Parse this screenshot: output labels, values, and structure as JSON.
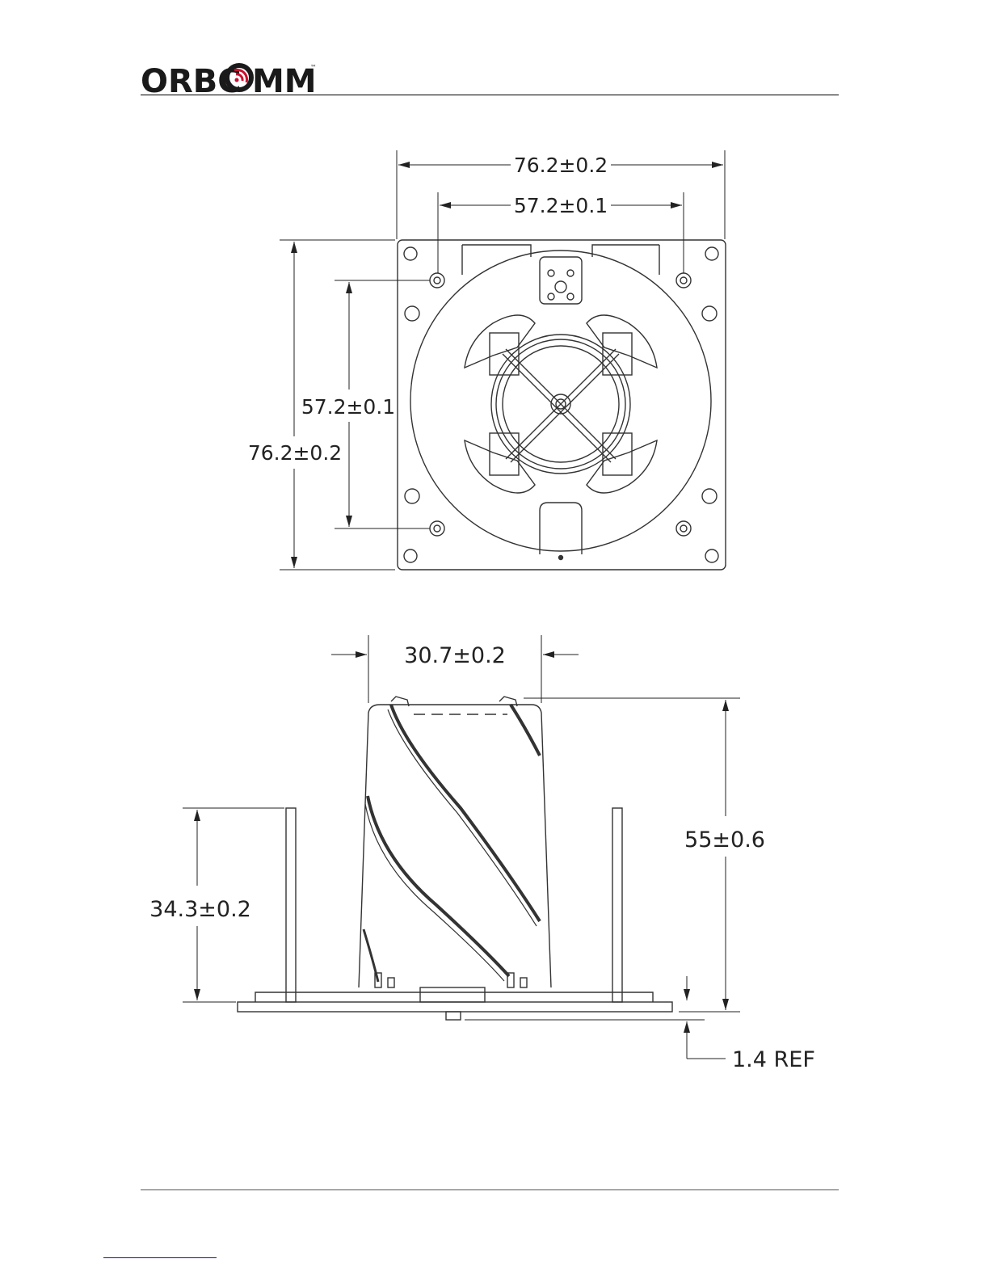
{
  "header": {
    "logo_text": "ORBCOMM",
    "trademark": "™",
    "logo_accent_color": "#c8102e"
  },
  "top_view": {
    "width_overall": "76.2±0.2",
    "width_holes": "57.2±0.1",
    "height_holes": "57.2±0.1",
    "height_overall": "76.2±0.2"
  },
  "side_view": {
    "cylinder_diameter": "30.7±0.2",
    "total_height": "55±0.6",
    "pin_height": "34.3±0.2",
    "plate_thickness": "1.4 REF"
  }
}
